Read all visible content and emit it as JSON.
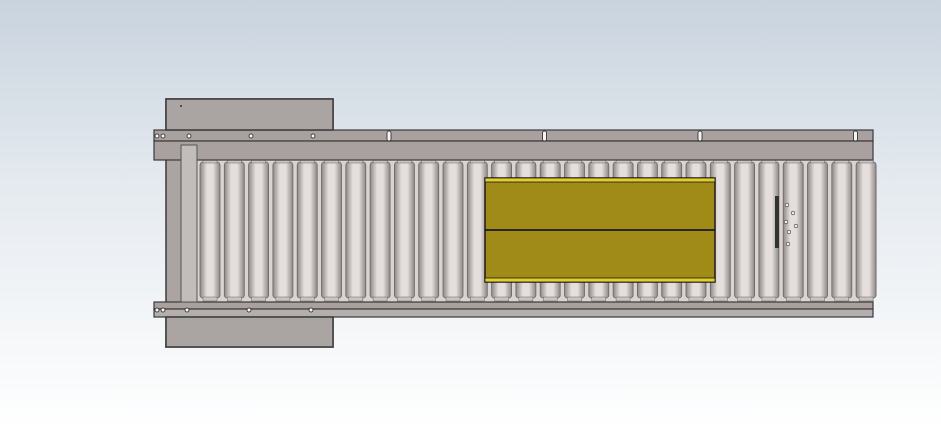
{
  "viewport": {
    "background_top": "#c9d3de",
    "background_bottom": "#ffffff"
  },
  "colors": {
    "frame": "#a8a19f",
    "frame_edge": "#3a3a3a",
    "roller_dark": "#8e8785",
    "roller_light": "#e4dfdd",
    "guard": "#aaa4a3",
    "box_fill": "#a08a18",
    "box_edge": "#1a1a1a",
    "box_stripe": "#e3cf2a",
    "control_panel": "#f0ecea"
  },
  "assembly": {
    "name": "roller-conveyor-assembly",
    "roller_count": 28,
    "carton_count": 1,
    "carton_layers": 2,
    "side_rail_slot_count": 4,
    "guard_hole_count": 3
  }
}
